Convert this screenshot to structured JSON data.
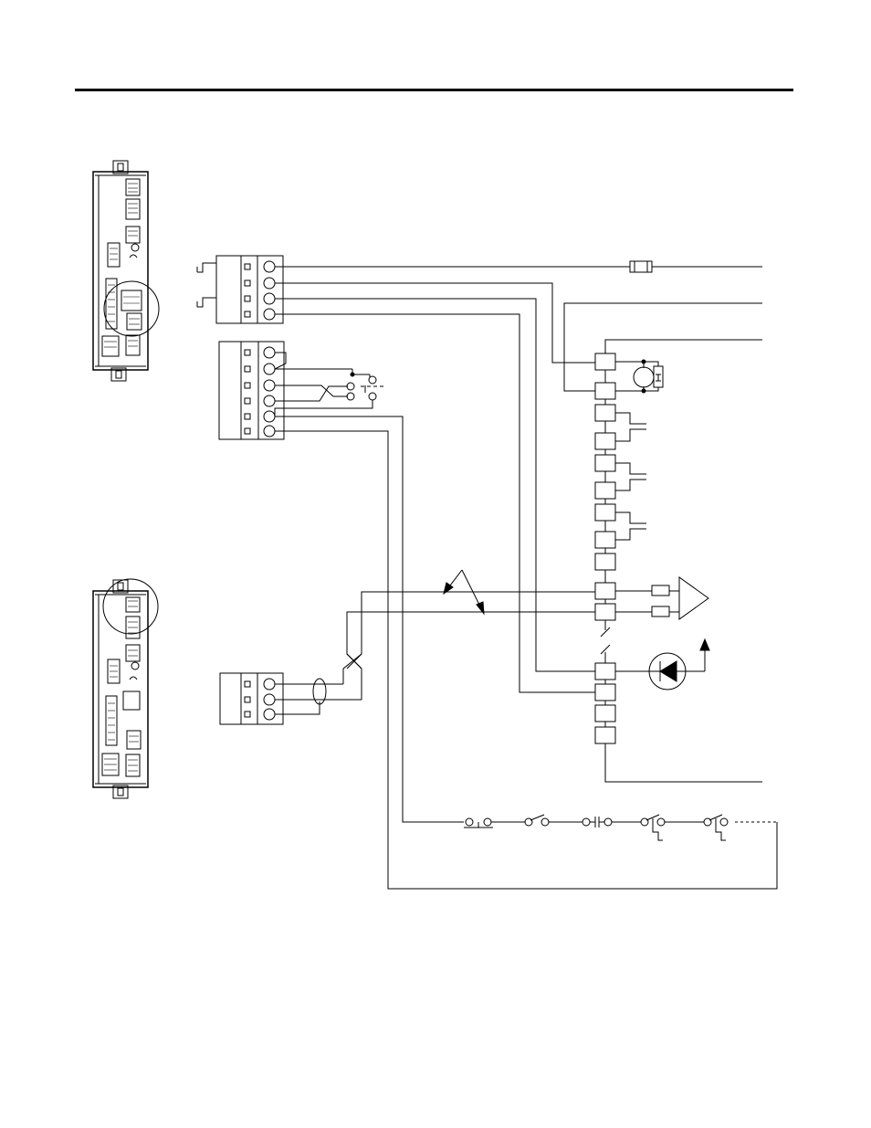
{
  "page": {
    "header_rule": true
  },
  "drives": [
    {
      "name": "upper-drive",
      "highlighted_connector": "lower-middle"
    },
    {
      "name": "lower-drive",
      "highlighted_connector": "top"
    }
  ],
  "connectors": {
    "top_4pin": {
      "pins": 4
    },
    "mid_6pin": {
      "pins": 6
    },
    "bottom_3pin": {
      "pins": 3
    }
  },
  "motor_terminal_strip": {
    "terminals": 17
  },
  "limit_switch_chain": {
    "contacts": 5
  },
  "colors": {
    "ink": "#000000",
    "paper": "#ffffff"
  }
}
